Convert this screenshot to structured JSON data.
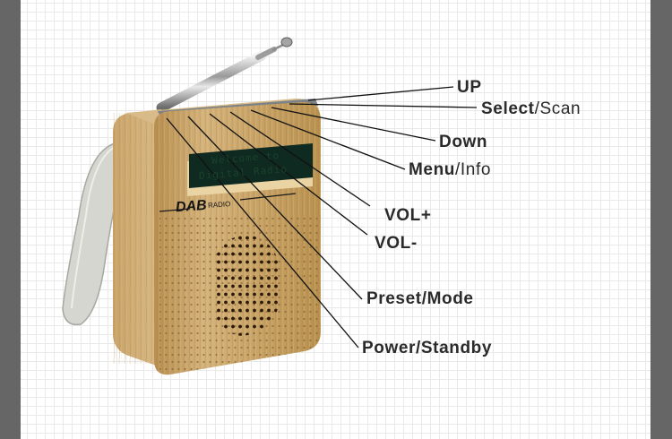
{
  "diagram": {
    "subject": "DAB radio",
    "brand_logo": "DAB",
    "brand_suffix": "RADIO",
    "display_text": [
      "Welcome to",
      "Digital Radio"
    ],
    "colors": {
      "background_side_bands": "#666666",
      "grid_line": "#e9e9e9",
      "wood": "#c9a56a",
      "label_text": "#2a2a2a",
      "leader_line": "#111111",
      "lcd": "#0f2a20"
    },
    "labels": [
      {
        "id": "up",
        "bold": "UP",
        "thin": ""
      },
      {
        "id": "select-scan",
        "bold": "Select",
        "thin": "/Scan"
      },
      {
        "id": "down",
        "bold": "Down",
        "thin": ""
      },
      {
        "id": "menu-info",
        "bold": "Menu",
        "thin": "/Info"
      },
      {
        "id": "vol-plus",
        "bold": "VOL+",
        "thin": ""
      },
      {
        "id": "vol-minus",
        "bold": "VOL-",
        "thin": ""
      },
      {
        "id": "preset-mode",
        "bold": "Preset/Mode",
        "thin": ""
      },
      {
        "id": "power-standby",
        "bold": "Power/Standby",
        "thin": ""
      }
    ]
  }
}
